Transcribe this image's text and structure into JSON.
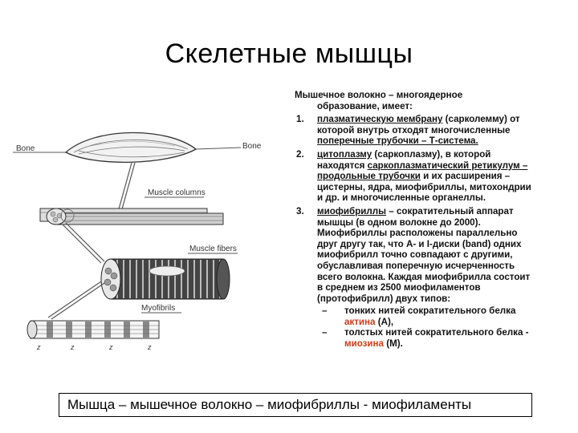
{
  "slide": {
    "title": "Скелетные мышцы",
    "intro_line1": "Мышечное волокно – многоядерное",
    "intro_line2": "образование, имеет:",
    "items": [
      {
        "num": "1.",
        "underlined": "плазматическую мембрану",
        "rest": " (сарколемму) от которой внутрь отходят многочисленные ",
        "underlined2": "поперечные трубочки – Т-система."
      },
      {
        "num": "2.",
        "underlined": "цитоплазму",
        "rest": " (саркоплазму), в которой находятся ",
        "underlined2": "саркоплазматический ретикулум – продольные трубочки",
        "rest2": " и их расширения – цистерны, ядра, миофибриллы, митохондрии и др. и многочисленные органеллы."
      },
      {
        "num": "3.",
        "underlined": "миофибриллы",
        "rest": " – сократительный аппарат мышцы (в одном волокне до 2000). Миофибриллы расположены параллельно друг другу так, что А- и I-диски (band) одних миофибрилл точно совпадают с другими, обуславливая поперечную исчерченность всего волокна. Каждая миофибрилла состоит в среднем из 2500 миофиламентов (протофибрилл) двух типов:"
      }
    ],
    "subitems": [
      {
        "dash": "–",
        "before": "тонких нитей сократительного белка ",
        "red": "актина",
        "after": " (А),",
        "red_color": "#d43a1a"
      },
      {
        "dash": "–",
        "before": "толстых нитей сократительного белка - ",
        "red": "миозина",
        "after": " (М).",
        "red_color": "#d43a1a"
      }
    ],
    "bottom": "Мышца – мышечное волокно – миофибриллы - миофиламенты"
  },
  "figure": {
    "labels": {
      "bone_left": "Bone",
      "bone_right": "Bone",
      "muscle_columns": "Muscle columns",
      "muscle_fibers": "Muscle fibers",
      "myofibrils": "Myofibrils",
      "z1": "z",
      "z2": "z",
      "z3": "z",
      "z4": "z"
    }
  }
}
